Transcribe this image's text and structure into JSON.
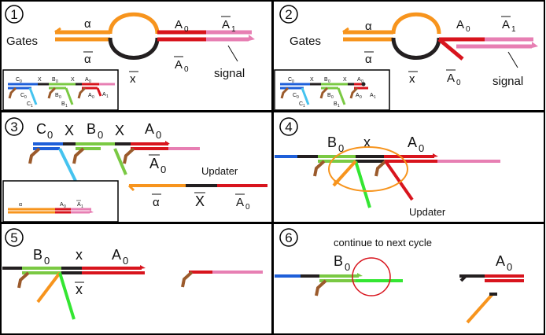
{
  "panels": [
    {
      "number": "1",
      "gates_label": "Gates",
      "alpha": "α",
      "alpha_bar": "α",
      "x_bar": "x",
      "a0": "A",
      "a0_sub": "0",
      "a0_bar": "A",
      "a0_bar_sub": "0",
      "a1_bar": "A",
      "a1_bar_sub": "1",
      "signal": "signal",
      "inset": {
        "c0": "C",
        "c0_sub": "0",
        "x1": "X",
        "b0": "B",
        "b0_sub": "0",
        "x2": "X",
        "a0": "A",
        "a0_sub": "0",
        "c0_low": "C",
        "c0_low_sub": "0",
        "b0_low": "B",
        "b0_low_sub": "0",
        "a0_low": "A",
        "a0_low_sub": "0",
        "c1": "C",
        "c1_sub": "1",
        "b1": "B",
        "b1_sub": "1",
        "a1": "A",
        "a1_sub": "1"
      }
    },
    {
      "number": "2",
      "gates_label": "Gates",
      "alpha": "α",
      "alpha_bar": "α",
      "x_bar": "x",
      "a0": "A",
      "a0_sub": "0",
      "a0_bar": "A",
      "a0_bar_sub": "0",
      "a1_bar": "A",
      "a1_bar_sub": "1",
      "signal": "signal",
      "inset": {
        "c0": "C",
        "c0_sub": "0",
        "x1": "X",
        "b0": "B",
        "b0_sub": "0",
        "x2": "X",
        "a0": "A",
        "a0_sub": "0",
        "c0_low": "C",
        "c0_low_sub": "0",
        "b0_low": "B",
        "b0_low_sub": "0",
        "a0_low": "A",
        "a0_low_sub": "0",
        "c1": "C",
        "c1_sub": "1",
        "b1": "B",
        "b1_sub": "1",
        "a1": "A",
        "a1_sub": "1"
      }
    },
    {
      "number": "3",
      "c0": "C",
      "c0_sub": "0",
      "x1": "X",
      "b0": "B",
      "b0_sub": "0",
      "x2": "X",
      "a0": "A",
      "a0_sub": "0",
      "a0_bar": "A",
      "a0_bar_sub": "0",
      "updater": "Updater",
      "alpha_bar": "α",
      "x_bar": "X",
      "a0_bar2": "A",
      "a0_bar2_sub": "0",
      "inset": {
        "alpha": "α",
        "a0": "A",
        "a0_sub": "0",
        "a1_bar": "A",
        "a1_bar_sub": "1"
      }
    },
    {
      "number": "4",
      "b0": "B",
      "b0_sub": "0",
      "x": "x",
      "a0": "A",
      "a0_sub": "0",
      "updater": "Updater"
    },
    {
      "number": "5",
      "b0": "B",
      "b0_sub": "0",
      "x": "x",
      "a0": "A",
      "a0_sub": "0",
      "x_bar": "x"
    },
    {
      "number": "6",
      "caption": "continue to next cycle",
      "b0": "B",
      "b0_sub": "0",
      "a0": "A",
      "a0_sub": "0"
    }
  ],
  "colors": {
    "orange": "#f7941d",
    "black": "#231f20",
    "red": "#d8141d",
    "pink": "#e77fb3",
    "blue": "#1e5fd9",
    "cyan": "#45c3ef",
    "green": "#7ac943",
    "lime": "#34e632",
    "brown": "#9b5a2b"
  }
}
